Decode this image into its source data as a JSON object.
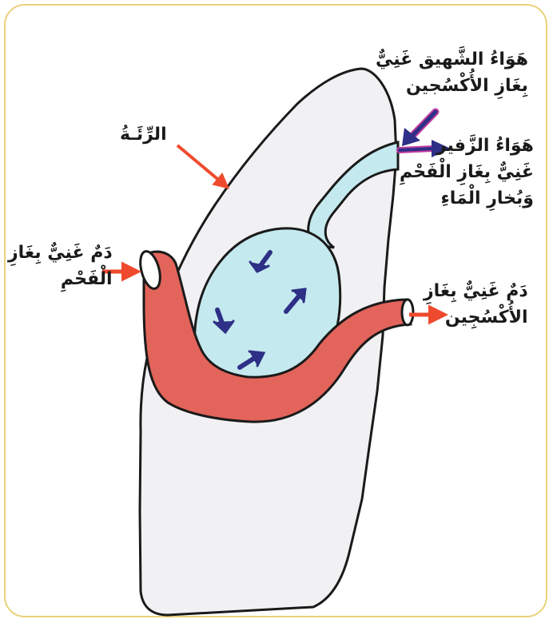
{
  "labels": {
    "lung": "الرِّئَـةُ",
    "inhaled_air": [
      "هَوَاءُ الشَّهيق غَنِيٌّ",
      "بِغَازِ الأُكْسُجين"
    ],
    "exhaled_air": [
      "هَوَاءُ الزَّفير",
      "غَنِيٌّ بِغَازِ الْفَحْمِ",
      "وَبُخارِ الْمَاءِ"
    ],
    "blood_co2": [
      "دَمٌ غَنِيٌّ بِغَازِ",
      "الْفَحْمِ"
    ],
    "blood_o2": [
      "دَمٌ غَنِيٌّ بِغَازِ",
      "الأُكْسُجِين"
    ]
  },
  "colors": {
    "frame_border": "#e9d27a",
    "lung_fill": "#f1f0f3",
    "alveolus_fill": "#c4e9ee",
    "blood_vessel_fill": "#e2645a",
    "pointer_arrow": "#ef4a2d",
    "air_arrow": "#2e2f86",
    "outline": "#1a1a1a"
  }
}
